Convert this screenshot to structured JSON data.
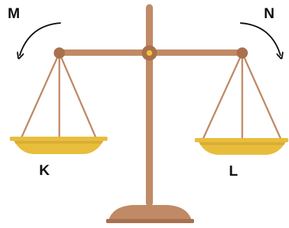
{
  "labels": {
    "top_left": "M",
    "top_right": "N",
    "left_pan": "K",
    "right_pan": "L"
  },
  "colors": {
    "frame": "#c08a66",
    "frame_dark": "#a9704e",
    "pan": "#e8bd3c",
    "pan_shadow": "#c99a2a",
    "pivot": "#f2c531",
    "arrow": "#111111",
    "background": "#ffffff"
  },
  "icons": {
    "left_arrow": "counterclockwise-curved-arrow-icon",
    "right_arrow": "clockwise-curved-arrow-icon"
  }
}
